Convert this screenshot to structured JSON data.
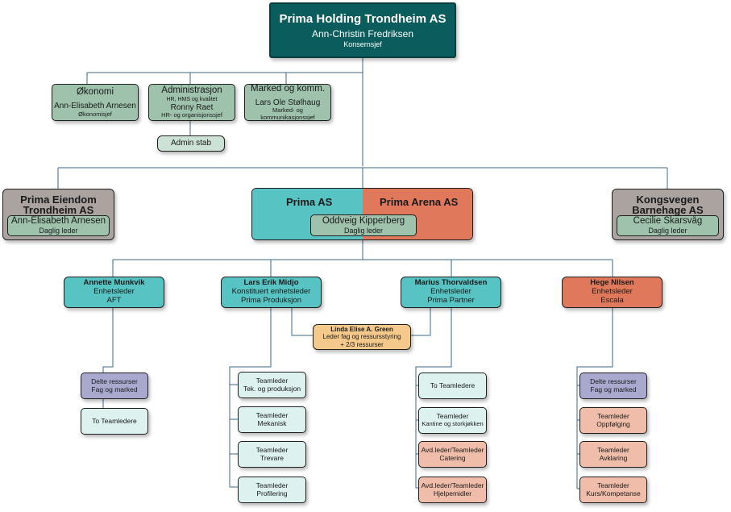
{
  "colors": {
    "top": "#0b5c5c",
    "staff": "#9ec2ac",
    "teal": "#57c3c2",
    "orange": "#e0795c",
    "grey": "#aba3a0",
    "linda": "#f5c98b",
    "purple": "#a9a9d0",
    "pale": "#ddf1ef",
    "salmon": "#efbda9",
    "line": "#3d6a86"
  },
  "top": {
    "name": "Prima Holding Trondheim AS",
    "person": "Ann-Christin Fredriksen",
    "role": "Konsernsjef"
  },
  "staff": {
    "okonomi": {
      "title": "Økonomi",
      "person": "Ann-Elisabeth Arnesen",
      "role": "Økonomisjef"
    },
    "admin": {
      "title": "Administrasjon",
      "sub": "HR, HMS og kvalitet",
      "person": "Ronny Raet",
      "role": "HR- og organisjonssjef"
    },
    "marked": {
      "title": "Marked og komm.",
      "person": "Lars Ole Stølhaug",
      "role": "Marked- og kommunikasjonssjef"
    },
    "stab": "Admin stab"
  },
  "companies": {
    "eiendom": {
      "line1": "Prima Eiendom",
      "line2": "Trondheim AS",
      "person": "Ann-Elisabeth Arnesen",
      "role": "Daglig leder"
    },
    "prima": {
      "left": "Prima AS",
      "right": "Prima Arena AS",
      "person": "Oddveig Kipperberg",
      "role": "Daglig leder"
    },
    "kongsvegen": {
      "line1": "Kongsvegen",
      "line2": "Barnehage AS",
      "person": "Cecilie Skarsvåg",
      "role": "Daglig leder"
    }
  },
  "units": {
    "aft": {
      "name": "Annette Munkvik",
      "line1": "Enhetsleder",
      "line2": "AFT"
    },
    "produksjon": {
      "name": "Lars Erik Midjo",
      "line1": "Konstituert enhetsleder",
      "line2": "Prima Produksjon"
    },
    "partner": {
      "name": "Marius Thorvaldsen",
      "line1": "Enhetsleder",
      "line2": "Prima Partner"
    },
    "escala": {
      "name": "Hege Nilsen",
      "line1": "Enhetsleder",
      "line2": "Escala"
    }
  },
  "linda": {
    "name": "Linda Elise A. Green",
    "line1": "Leder fag og ressursstyring",
    "line2": "+ 2/3 ressurser"
  },
  "teams": {
    "aft": [
      {
        "l1": "Delte ressurser",
        "l2": "Fag og marked"
      },
      {
        "l1": "To Teamledere",
        "l2": ""
      }
    ],
    "produksjon": [
      {
        "l1": "Teamleder",
        "l2": "Tek. og produksjon"
      },
      {
        "l1": "Teamleder",
        "l2": "Mekanisk"
      },
      {
        "l1": "Teamleder",
        "l2": "Trevare"
      },
      {
        "l1": "Teamleder",
        "l2": "Profilering"
      }
    ],
    "partner": [
      {
        "l1": "To Teamledere",
        "l2": ""
      },
      {
        "l1": "Teamleder",
        "l2": "Kantine og storkjøkken"
      },
      {
        "l1": "Avd.leder/Teamleder",
        "l2": "Catering"
      },
      {
        "l1": "Avd.leder/Teamleder",
        "l2": "Hjelpemidler"
      }
    ],
    "escala": [
      {
        "l1": "Delte ressurser",
        "l2": "Fag og marked"
      },
      {
        "l1": "Teamleder",
        "l2": "Oppfølging"
      },
      {
        "l1": "Teamleder",
        "l2": "Avklaring"
      },
      {
        "l1": "Teamleder",
        "l2": "Kurs/Kompetanse"
      }
    ]
  }
}
